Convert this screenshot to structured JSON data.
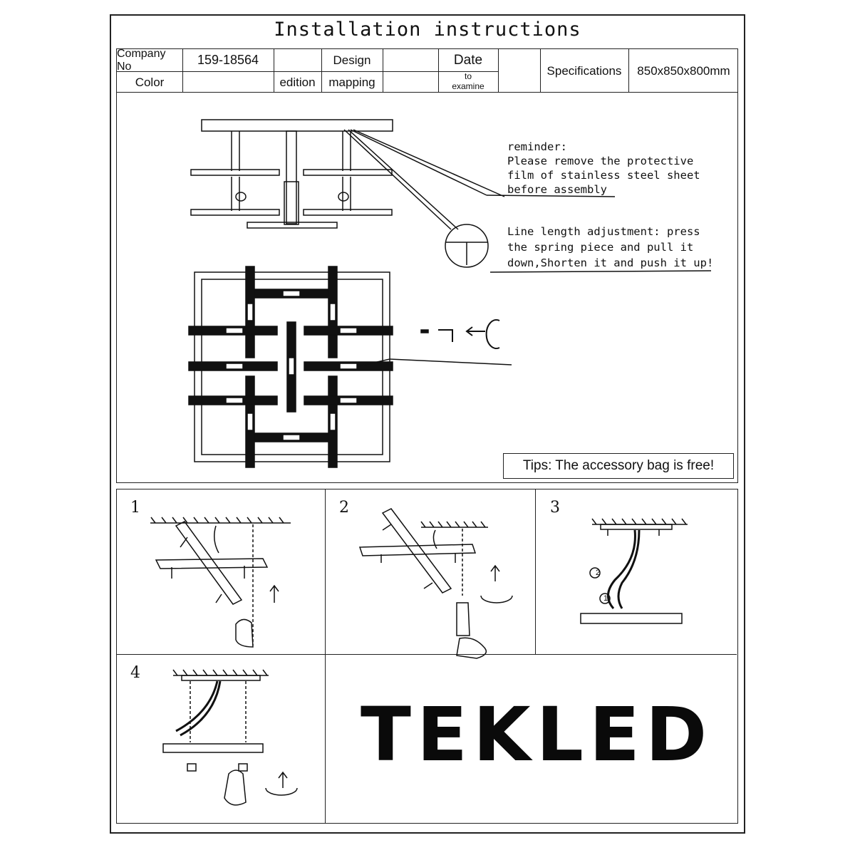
{
  "document": {
    "title": "Installation instructions"
  },
  "header_table": {
    "company_no_label": "Company No",
    "company_no_value": "159-18564",
    "color_label": "Color",
    "edition_label": "edition",
    "design_label": "Design",
    "mapping_label": "mapping",
    "date_label": "Date",
    "to_examine_line1": "to",
    "to_examine_line2": "examine",
    "specifications_label": "Specifications",
    "specifications_value": "850x850x800mm"
  },
  "notes": {
    "reminder": "reminder:\nPlease remove the protective\nfilm of stainless steel sheet\nbefore assembly",
    "line_adjustment": "Line length adjustment: press\nthe spring piece and pull it\ndown,Shorten it and push it up!",
    "tips": "Tips: The accessory bag is free!"
  },
  "steps": {
    "step1": "1",
    "step2": "2",
    "step3": "3",
    "step4": "4",
    "circle1": "1",
    "circle2": "2"
  },
  "brand": {
    "logo_text": "TEKLED"
  }
}
